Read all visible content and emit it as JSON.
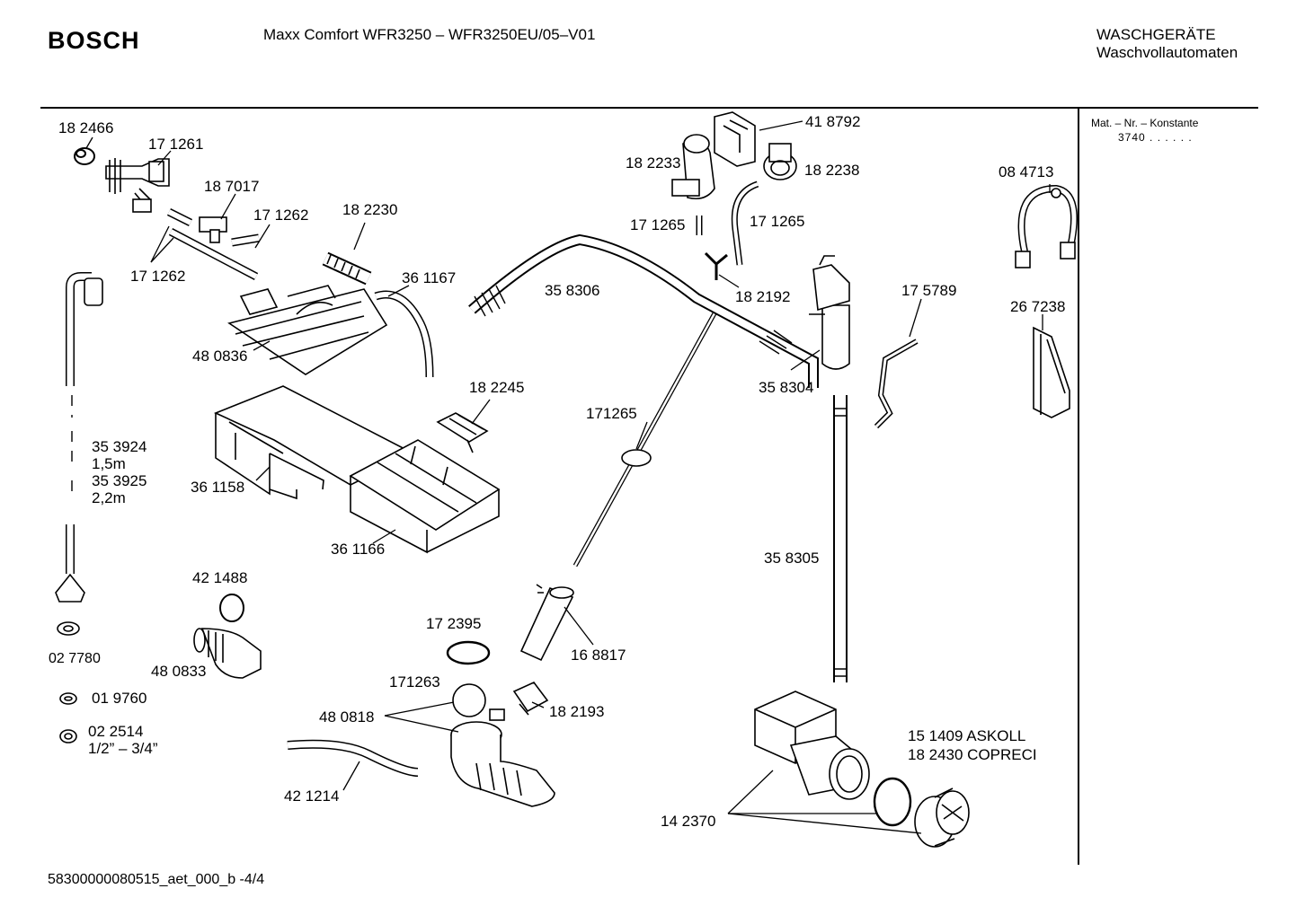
{
  "header": {
    "brand": "BOSCH",
    "model": "Maxx Comfort WFR3250 – WFR3250EU/05–V01",
    "category_line1": "WASCHGERÄTE",
    "category_line2": "Waschvollautomaten"
  },
  "side_panel": {
    "mat_label": "Mat. – Nr. – Konstante",
    "mat_value": "3740 .  .  .  .  .  ."
  },
  "footer": {
    "doc_id": "58300000080515_aet_000_b  -4/4"
  },
  "part_labels": [
    "18 2466",
    "17 1261",
    "18 7017",
    "17 1262",
    "17 1262",
    "18 2230",
    "36 1167",
    "48 0836",
    "35 3924",
    "1,5m",
    "35 3925",
    "2,2m",
    "36 1158",
    "18 2245",
    "36 1166",
    "42 1488",
    "48 0833",
    "02 7780",
    "01 9760",
    "02 2514",
    "1/2” – 3/4”",
    "42 1214",
    "17 2395",
    "171263",
    "48 0818",
    "18 2193",
    "16 8817",
    "171265",
    "35 8306",
    "18 2233",
    "41 8792",
    "18 2238",
    "17 1265",
    "17 1265",
    "18 2192",
    "35 8304",
    "17 5789",
    "35 8305",
    "15 1409  ASKOLL",
    "18 2430  COPRECI",
    "14 2370",
    "08 4713",
    "26 7238"
  ],
  "colors": {
    "ink": "#000000",
    "paper": "#ffffff",
    "part_fill": "#ffffff",
    "shade": "#cfcfcf"
  }
}
